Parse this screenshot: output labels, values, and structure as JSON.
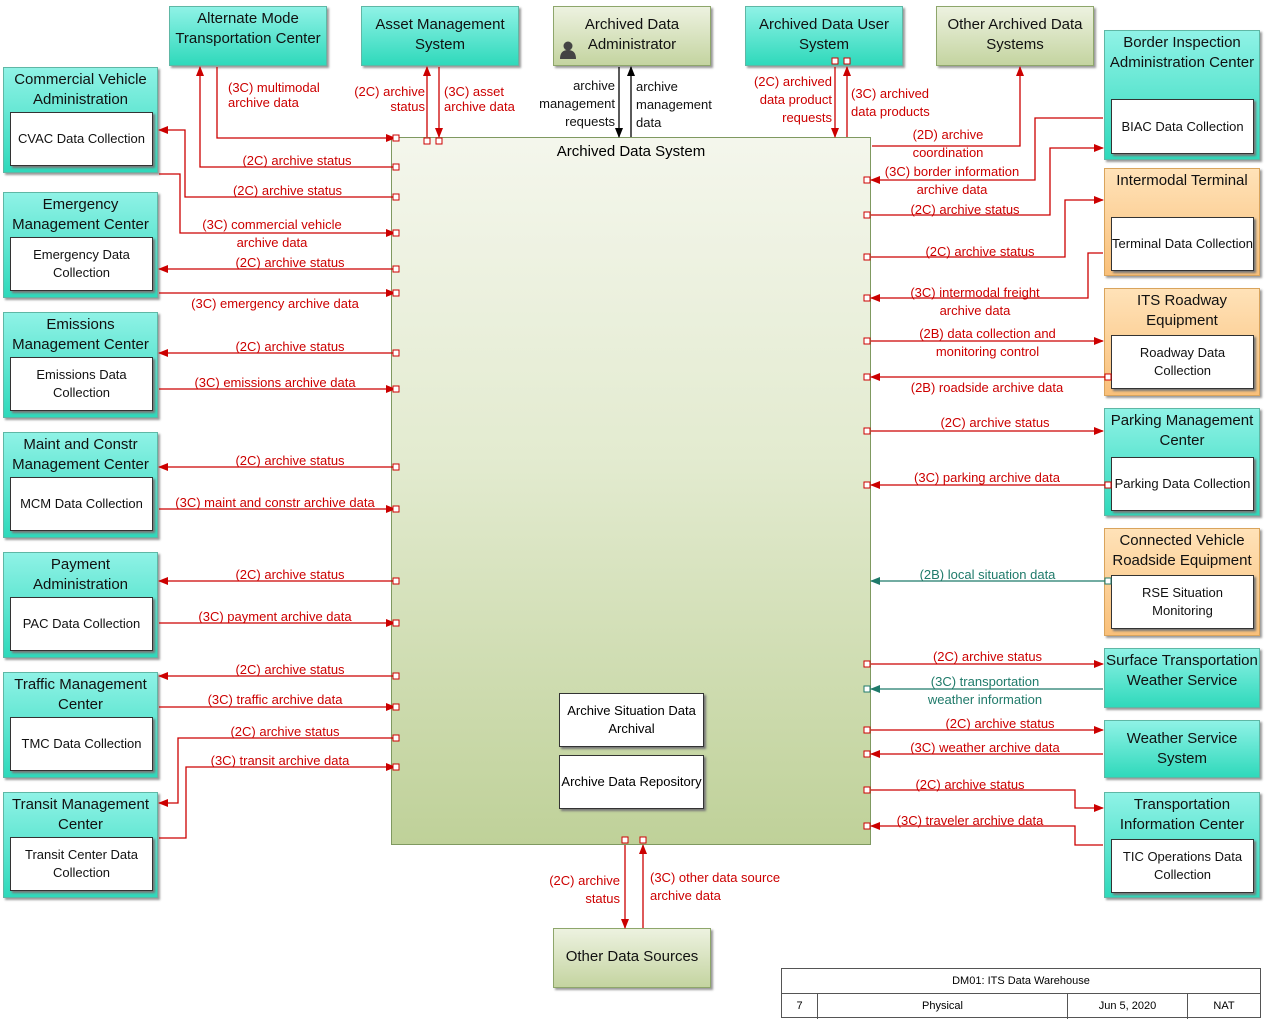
{
  "central": {
    "title": "Archived Data System",
    "functions": [
      "Archive Situation Data Archival",
      "Archive Data Repository"
    ]
  },
  "top": {
    "altmode": "Alternate Mode Transportation Center",
    "asset": "Asset Management System",
    "admin": "Archived Data Administrator",
    "user": "Archived Data User System",
    "other": "Other Archived Data Systems"
  },
  "left": [
    {
      "title": "Commercial Vehicle Administration",
      "inner": "CVAC Data Collection"
    },
    {
      "title": "Emergency Management Center",
      "inner": "Emergency Data Collection"
    },
    {
      "title": "Emissions Management Center",
      "inner": "Emissions Data Collection"
    },
    {
      "title": "Maint and Constr Management Center",
      "inner": "MCM Data Collection"
    },
    {
      "title": "Payment Administration",
      "inner": "PAC Data Collection"
    },
    {
      "title": "Traffic Management Center",
      "inner": "TMC Data Collection"
    },
    {
      "title": "Transit Management Center",
      "inner": "Transit Center Data Collection"
    }
  ],
  "right": [
    {
      "title": "Border Inspection Administration Center",
      "inner": "BIAC Data Collection"
    },
    {
      "title": "Intermodal Terminal",
      "inner": "Terminal Data Collection"
    },
    {
      "title": "ITS Roadway Equipment",
      "inner": "Roadway Data Collection"
    },
    {
      "title": "Parking Management Center",
      "inner": "Parking Data Collection"
    },
    {
      "title": "Connected Vehicle Roadside Equipment",
      "inner": "RSE Situation Monitoring"
    },
    {
      "title": "Surface Transportation Weather Service",
      "inner": ""
    },
    {
      "title": "Weather Service System",
      "inner": ""
    },
    {
      "title": "Transportation Information Center",
      "inner": "TIC Operations Data Collection"
    }
  ],
  "bottom": {
    "title": "Other Data Sources"
  },
  "flows": {
    "alt_multimodal": "(3C) multimodal archive data",
    "alt_status": "(2C) archive status",
    "asset_status": "(2C) archive status",
    "asset_data": "(3C) asset archive data",
    "admin_requests": "archive management requests",
    "admin_data": "archive management data",
    "user_requests": "(2C) archived data product requests",
    "user_products": "(3C) archived data products",
    "other_coord": "(2D) archive coordination",
    "cvac_status": "(2C) archive status",
    "cvac_data": "(3C) commercial vehicle archive data",
    "emc_status": "(2C) archive status",
    "emc_data": "(3C) emergency archive data",
    "emis_status": "(2C) archive status",
    "emis_data": "(3C) emissions archive data",
    "mcm_status": "(2C) archive status",
    "mcm_data": "(3C) maint and constr archive data",
    "pac_status": "(2C) archive status",
    "pac_data": "(3C) payment archive data",
    "tmc_status": "(2C) archive status",
    "tmc_data": "(3C) traffic archive data",
    "transit_status": "(2C) archive status",
    "transit_data": "(3C) transit archive data",
    "biac_data": "(3C) border information archive data",
    "biac_status": "(2C) archive status",
    "term_status": "(2C) archive status",
    "term_data": "(3C) intermodal freight archive data",
    "rw_control": "(2B) data collection and monitoring control",
    "rw_data": "(2B) roadside archive data",
    "park_status": "(2C) archive status",
    "park_data": "(3C) parking archive data",
    "rse_data": "(2B) local situation data",
    "stws_status": "(2C) archive status",
    "stws_data": "(3C) transportation weather information",
    "wss_status": "(2C) archive status",
    "wss_data": "(3C) weather archive data",
    "tic_status": "(2C) archive status",
    "tic_data": "(3C) traveler archive data",
    "ods_status": "(2C) archive status",
    "ods_data": "(3C) other data source archive data"
  },
  "titleblock": {
    "name": "DM01: ITS Data Warehouse",
    "number": "7",
    "view": "Physical",
    "date": "Jun 5, 2020",
    "scope": "NAT"
  },
  "colors": {
    "flow": "#cc0000",
    "flow_alt": "#1f7a6a",
    "admin_flow": "#000000"
  }
}
